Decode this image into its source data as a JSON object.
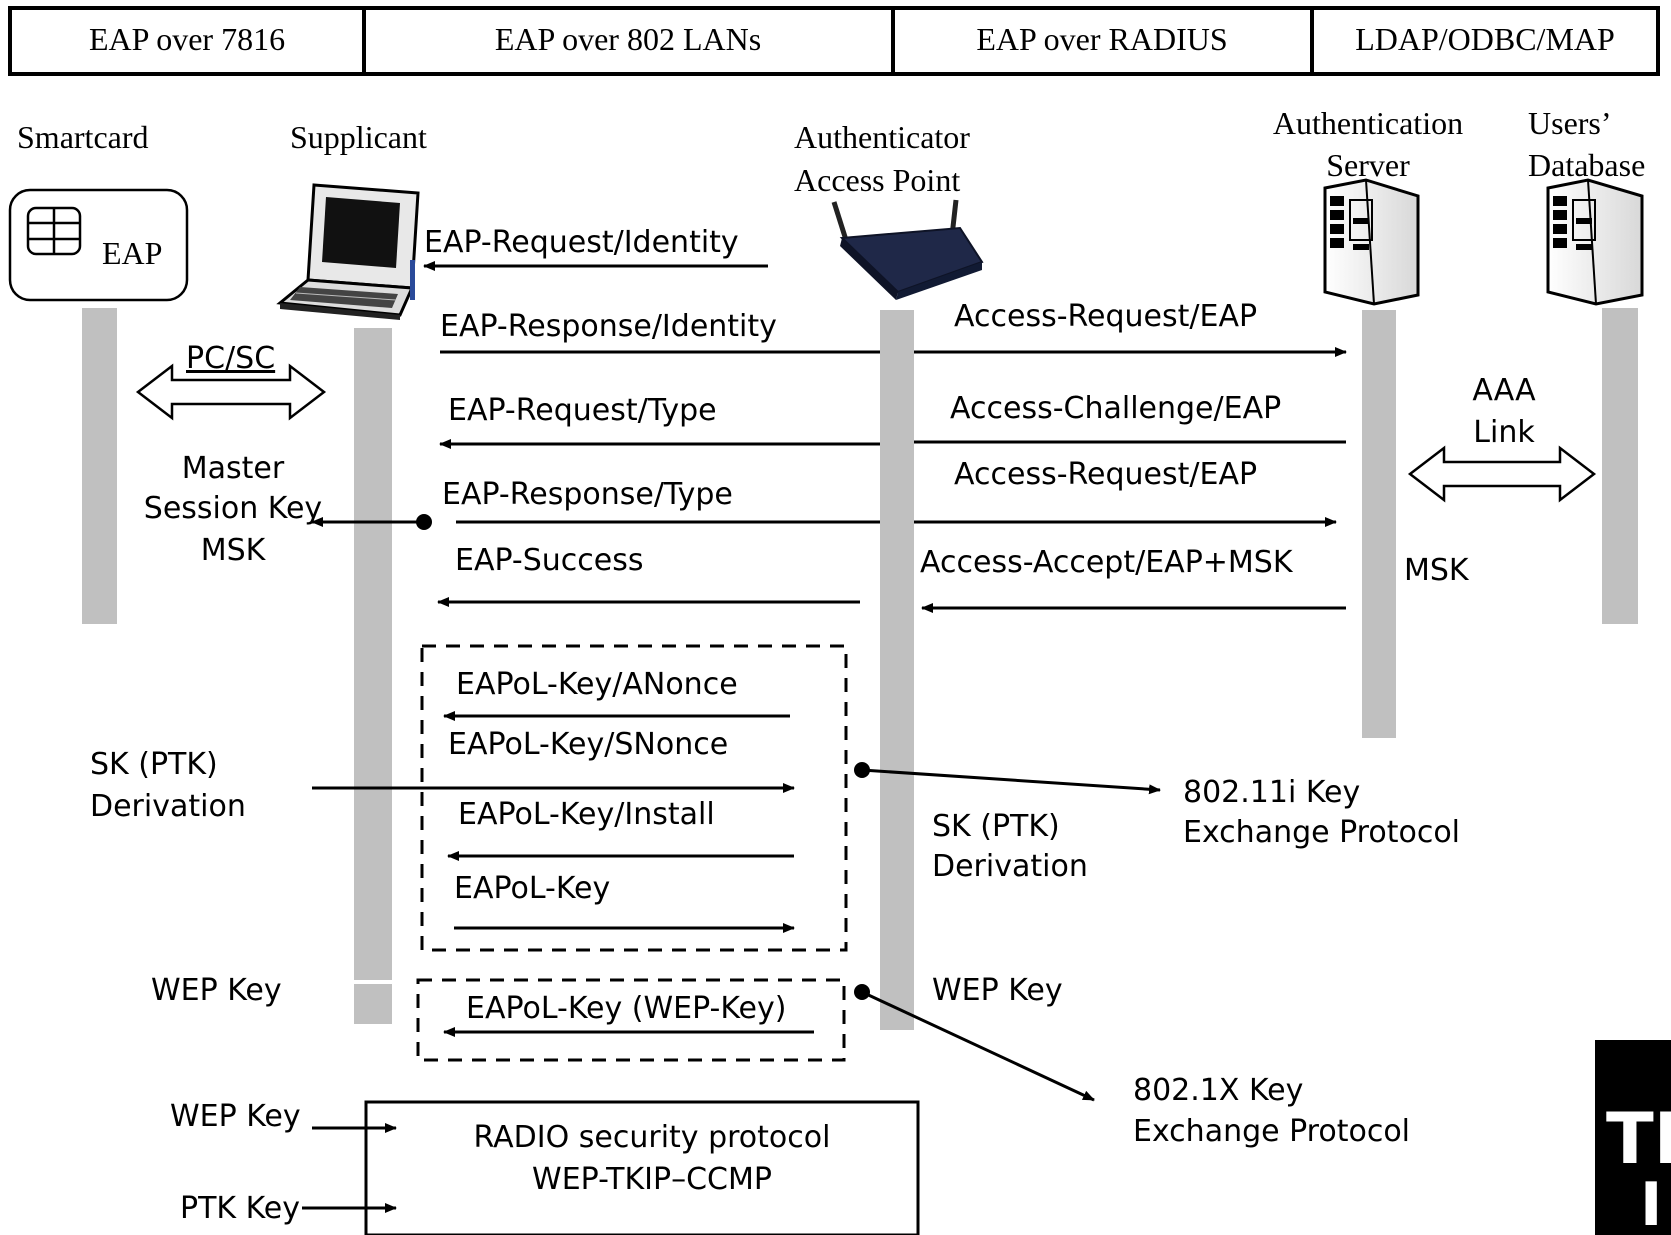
{
  "headers": [
    "EAP over 7816",
    "EAP over 802 LANs",
    "EAP over RADIUS",
    "LDAP/ODBC/MAP"
  ],
  "actors": {
    "smartcard": "Smartcard",
    "supplicant": "Supplicant",
    "authenticator_line1": "Authenticator",
    "authenticator_line2": "Access Point",
    "auth_server_line1": "Authentication",
    "auth_server_line2": "Server",
    "users_db_line1": "Users’",
    "users_db_line2": "Database"
  },
  "smartcard_card_label": "EAP",
  "links": {
    "pcsc": "PC/SC",
    "aaa_line1": "AAA",
    "aaa_line2": "Link"
  },
  "messages": {
    "eap_request_identity": "EAP-Request/Identity",
    "eap_response_identity": "EAP-Response/Identity",
    "access_request_1": "Access-Request/EAP",
    "eap_request_type": "EAP-Request/Type",
    "access_challenge": "Access-Challenge/EAP",
    "access_request_2": "Access-Request/EAP",
    "eap_response_type": "EAP-Response/Type",
    "eap_success": "EAP-Success",
    "access_accept": "Access-Accept/EAP+MSK",
    "eapol_anonce": "EAPoL-Key/ANonce",
    "eapol_snonce": "EAPoL-Key/SNonce",
    "eapol_install": "EAPoL-Key/Install",
    "eapol_key": "EAPoL-Key",
    "eapol_wep": "EAPoL-Key (WEP-Key)"
  },
  "notes": {
    "msk_line1": "Master",
    "msk_line2": "Session  Key",
    "msk_line3": "MSK",
    "msk_server": "MSK",
    "sk_left_line1": "SK (PTK)",
    "sk_left_line2": "Derivation",
    "sk_right_line1": "SK (PTK)",
    "sk_right_line2": "Derivation",
    "ke_80211i_line1": "802.11i Key",
    "ke_80211i_line2": "Exchange Protocol",
    "wep_key_left": "WEP Key",
    "wep_key_right": "WEP Key",
    "ke_8021x_line1": "802.1X Key",
    "ke_8021x_line2": "Exchange Protocol"
  },
  "radio_box": {
    "line1": "RADIO security protocol",
    "line2": "WEP-TKIP–CCMP",
    "input_wep": "WEP Key",
    "input_ptk": "PTK Key"
  },
  "logo_text_line1": "TE",
  "logo_text_line2": "I"
}
